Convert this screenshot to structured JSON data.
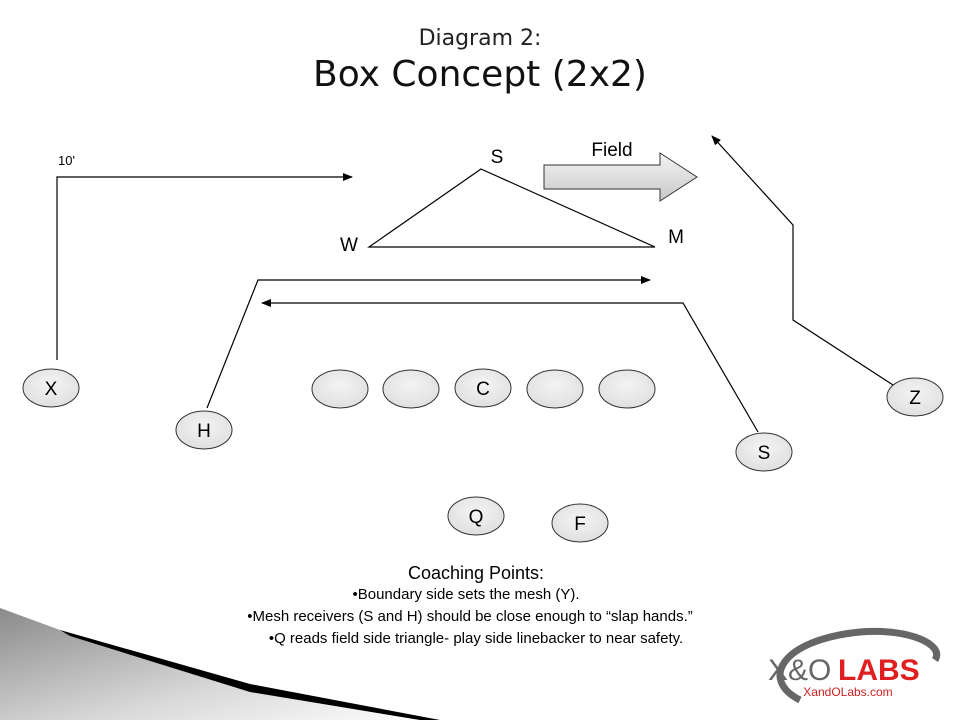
{
  "title": {
    "subtitle": "Diagram 2:",
    "main": "Box Concept (2x2)"
  },
  "labels": {
    "depth": "10'",
    "field": "Field",
    "defense_s": "S",
    "defense_w": "W",
    "defense_m": "M"
  },
  "players": {
    "x": "X",
    "h": "H",
    "center": "C",
    "z": "Z",
    "s": "S",
    "q": "Q",
    "f": "F"
  },
  "coaching": {
    "heading": "Coaching Points:",
    "points": [
      "•Boundary side sets the mesh (Y).",
      "•Mesh receivers (S and H) should be close enough to “slap hands.”",
      "•Q reads field side triangle- play side linebacker to near safety."
    ]
  },
  "logo": {
    "brand_a": "X&O",
    "brand_b": "LABS",
    "url": "XandOLabs.com",
    "accent": "#e02020"
  }
}
